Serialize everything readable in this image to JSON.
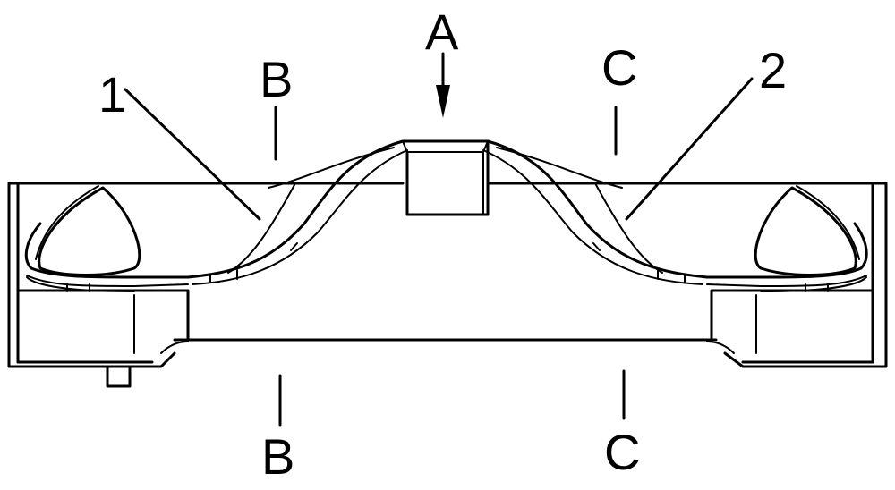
{
  "labels": {
    "view_arrow": "A",
    "section_b_top": "B",
    "section_b_bottom": "B",
    "section_c_top": "C",
    "section_c_bottom": "C",
    "part_1": "1",
    "part_2": "2"
  },
  "colors": {
    "line": "#000000",
    "background": "#ffffff"
  }
}
